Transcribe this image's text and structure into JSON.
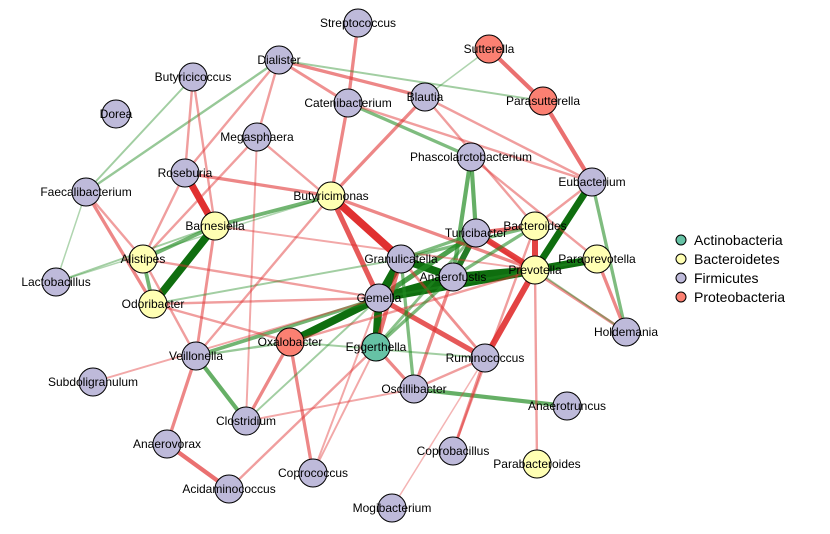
{
  "colors": {
    "Actinobacteria": "#66c2a5",
    "Bacteroidetes": "#ffffb3",
    "Firmicutes": "#bebada",
    "Proteobacteria": "#fb8072",
    "positive_edge": "#228b22",
    "negative_edge": "#e03030"
  },
  "legend": [
    {
      "label": "Actinobacteria",
      "color": "#66c2a5"
    },
    {
      "label": "Bacteroidetes",
      "color": "#ffffb3"
    },
    {
      "label": "Firmicutes",
      "color": "#bebada"
    },
    {
      "label": "Proteobacteria",
      "color": "#fb8072"
    }
  ],
  "nodes": [
    {
      "id": "Streptococcus",
      "label": "Streptococcus",
      "phylum": "Firmicutes"
    },
    {
      "id": "Sutterella",
      "label": "Sutterella",
      "phylum": "Proteobacteria"
    },
    {
      "id": "Dialister",
      "label": "Dialister",
      "phylum": "Firmicutes"
    },
    {
      "id": "Butyricicoccus",
      "label": "Butyricicoccus",
      "phylum": "Firmicutes"
    },
    {
      "id": "Blautia",
      "label": "Blautia",
      "phylum": "Firmicutes"
    },
    {
      "id": "Catenibacterium",
      "label": "Catenibacterium",
      "phylum": "Firmicutes"
    },
    {
      "id": "Parasutterella",
      "label": "Parasutterella",
      "phylum": "Proteobacteria"
    },
    {
      "id": "Dorea",
      "label": "Dorea",
      "phylum": "Firmicutes"
    },
    {
      "id": "Megasphaera",
      "label": "Megasphaera",
      "phylum": "Firmicutes"
    },
    {
      "id": "Phascolarctobacterium",
      "label": "Phascolarctobacterium",
      "phylum": "Firmicutes"
    },
    {
      "id": "Roseburia",
      "label": "Roseburia",
      "phylum": "Firmicutes"
    },
    {
      "id": "Faecalibacterium",
      "label": "Faecalibacterium",
      "phylum": "Firmicutes"
    },
    {
      "id": "Butyricimonas",
      "label": "Butyricimonas",
      "phylum": "Bacteroidetes"
    },
    {
      "id": "Eubacterium",
      "label": "Eubacterium",
      "phylum": "Firmicutes"
    },
    {
      "id": "Barnesiella",
      "label": "Barnesiella",
      "phylum": "Bacteroidetes"
    },
    {
      "id": "Bacteroides",
      "label": "Bacteroides",
      "phylum": "Bacteroidetes"
    },
    {
      "id": "Turicibacter",
      "label": "Turicibacter",
      "phylum": "Firmicutes"
    },
    {
      "id": "Alistipes",
      "label": "Alistipes",
      "phylum": "Bacteroidetes"
    },
    {
      "id": "Granulicatella",
      "label": "Granulicatella",
      "phylum": "Firmicutes"
    },
    {
      "id": "Prevotella",
      "label": "Prevotella",
      "phylum": "Bacteroidetes"
    },
    {
      "id": "Paraprevotella",
      "label": "Paraprevotella",
      "phylum": "Bacteroidetes"
    },
    {
      "id": "Anaerofustis",
      "label": "Anaerofustis",
      "phylum": "Firmicutes"
    },
    {
      "id": "Lactobacillus",
      "label": "Lactobacillus",
      "phylum": "Firmicutes"
    },
    {
      "id": "Gemella",
      "label": "Gemella",
      "phylum": "Firmicutes"
    },
    {
      "id": "Odoribacter",
      "label": "Odoribacter",
      "phylum": "Bacteroidetes"
    },
    {
      "id": "Holdemania",
      "label": "Holdemania",
      "phylum": "Firmicutes"
    },
    {
      "id": "Oxalobacter",
      "label": "Oxalobacter",
      "phylum": "Proteobacteria"
    },
    {
      "id": "Eggerthella",
      "label": "Eggerthella",
      "phylum": "Actinobacteria"
    },
    {
      "id": "Veillonella",
      "label": "Veillonella",
      "phylum": "Firmicutes"
    },
    {
      "id": "Ruminococcus",
      "label": "Ruminococcus",
      "phylum": "Firmicutes"
    },
    {
      "id": "Subdoligranulum",
      "label": "Subdoligranulum",
      "phylum": "Firmicutes"
    },
    {
      "id": "Oscillibacter",
      "label": "Oscillibacter",
      "phylum": "Firmicutes"
    },
    {
      "id": "Anaerotruncus",
      "label": "Anaerotruncus",
      "phylum": "Firmicutes"
    },
    {
      "id": "Clostridium",
      "label": "Clostridium",
      "phylum": "Firmicutes"
    },
    {
      "id": "Anaerovorax",
      "label": "Anaerovorax",
      "phylum": "Firmicutes"
    },
    {
      "id": "Coprobacillus",
      "label": "Coprobacillus",
      "phylum": "Firmicutes"
    },
    {
      "id": "Parabacteroides",
      "label": "Parabacteroides",
      "phylum": "Bacteroidetes"
    },
    {
      "id": "Coprococcus",
      "label": "Coprococcus",
      "phylum": "Firmicutes"
    },
    {
      "id": "Acidaminococcus",
      "label": "Acidaminococcus",
      "phylum": "Firmicutes"
    },
    {
      "id": "Mogibacterium",
      "label": "Mogibacterium",
      "phylum": "Firmicutes"
    }
  ],
  "edges": [
    {
      "source": "Gemella",
      "target": "Prevotella",
      "sign": "positive",
      "weight": 0.9
    },
    {
      "source": "Gemella",
      "target": "Granulicatella",
      "sign": "positive",
      "weight": 0.9
    },
    {
      "source": "Gemella",
      "target": "Anaerofustis",
      "sign": "positive",
      "weight": 0.8
    },
    {
      "source": "Granulicatella",
      "target": "Anaerofustis",
      "sign": "positive",
      "weight": 0.8
    },
    {
      "source": "Anaerofustis",
      "target": "Prevotella",
      "sign": "positive",
      "weight": 0.8
    },
    {
      "source": "Prevotella",
      "target": "Paraprevotella",
      "sign": "positive",
      "weight": 0.8
    },
    {
      "source": "Gemella",
      "target": "Oxalobacter",
      "sign": "positive",
      "weight": 0.8
    },
    {
      "source": "Gemella",
      "target": "Eggerthella",
      "sign": "positive",
      "weight": 0.8
    },
    {
      "source": "Barnesiella",
      "target": "Odoribacter",
      "sign": "positive",
      "weight": 0.8
    },
    {
      "source": "Eubacterium",
      "target": "Prevotella",
      "sign": "positive",
      "weight": 0.7
    },
    {
      "source": "Turicibacter",
      "target": "Anaerofustis",
      "sign": "positive",
      "weight": 0.6
    },
    {
      "source": "Gemella",
      "target": "Turicibacter",
      "sign": "positive",
      "weight": 0.5
    },
    {
      "source": "Butyricimonas",
      "target": "Granulicatella",
      "sign": "negative",
      "weight": 0.8
    },
    {
      "source": "Roseburia",
      "target": "Barnesiella",
      "sign": "negative",
      "weight": 0.7
    },
    {
      "source": "Bacteroides",
      "target": "Prevotella",
      "sign": "negative",
      "weight": 0.6
    },
    {
      "source": "Prevotella",
      "target": "Ruminococcus",
      "sign": "negative",
      "weight": 0.6
    },
    {
      "source": "Turicibacter",
      "target": "Prevotella",
      "sign": "negative",
      "weight": 0.6
    },
    {
      "source": "Gemella",
      "target": "Ruminococcus",
      "sign": "negative",
      "weight": 0.5
    },
    {
      "source": "Butyricimonas",
      "target": "Gemella",
      "sign": "negative",
      "weight": 0.5
    },
    {
      "source": "Sutterella",
      "target": "Parasutterella",
      "sign": "negative",
      "weight": 0.4
    },
    {
      "source": "Parasutterella",
      "target": "Eubacterium",
      "sign": "negative",
      "weight": 0.4
    },
    {
      "source": "Anaerovorax",
      "target": "Acidaminococcus",
      "sign": "negative",
      "weight": 0.4
    },
    {
      "source": "Bacteroides",
      "target": "Turicibacter",
      "sign": "negative",
      "weight": 0.4
    },
    {
      "source": "Eggerthella",
      "target": "Granulicatella",
      "sign": "negative",
      "weight": 0.4
    },
    {
      "source": "Veillonella",
      "target": "Clostridium",
      "sign": "positive",
      "weight": 0.4
    },
    {
      "source": "Oscillibacter",
      "target": "Anaerotruncus",
      "sign": "positive",
      "weight": 0.4
    },
    {
      "source": "Phascolarctobacterium",
      "target": "Turicibacter",
      "sign": "positive",
      "weight": 0.4
    },
    {
      "source": "Phascolarctobacterium",
      "target": "Anaerofustis",
      "sign": "positive",
      "weight": 0.4
    },
    {
      "source": "Barnesiella",
      "target": "Butyricimonas",
      "sign": "positive",
      "weight": 0.35
    },
    {
      "source": "Alistipes",
      "target": "Barnesiella",
      "sign": "positive",
      "weight": 0.35
    },
    {
      "source": "Alistipes",
      "target": "Odoribacter",
      "sign": "positive",
      "weight": 0.35
    },
    {
      "source": "Veillonella",
      "target": "Gemella",
      "sign": "positive",
      "weight": 0.35
    },
    {
      "source": "Catenibacterium",
      "target": "Phascolarctobacterium",
      "sign": "positive",
      "weight": 0.3
    },
    {
      "source": "Eubacterium",
      "target": "Holdemania",
      "sign": "positive",
      "weight": 0.3
    },
    {
      "source": "Granulicatella",
      "target": "Bacteroides",
      "sign": "positive",
      "weight": 0.3
    },
    {
      "source": "Oscillibacter",
      "target": "Granulicatella",
      "sign": "positive",
      "weight": 0.3
    },
    {
      "source": "Faecalibacterium",
      "target": "Dialister",
      "sign": "positive",
      "weight": 0.2
    },
    {
      "source": "Blautia",
      "target": "Butyricimonas",
      "sign": "negative",
      "weight": 0.3
    },
    {
      "source": "Dialister",
      "target": "Blautia",
      "sign": "negative",
      "weight": 0.3
    },
    {
      "source": "Streptococcus",
      "target": "Catenibacterium",
      "sign": "negative",
      "weight": 0.3
    },
    {
      "source": "Catenibacterium",
      "target": "Butyricimonas",
      "sign": "negative",
      "weight": 0.3
    },
    {
      "source": "Roseburia",
      "target": "Butyricimonas",
      "sign": "negative",
      "weight": 0.3
    },
    {
      "source": "Butyricimonas",
      "target": "Prevotella",
      "sign": "negative",
      "weight": 0.3
    },
    {
      "source": "Oxalobacter",
      "target": "Coprococcus",
      "sign": "negative",
      "weight": 0.3
    },
    {
      "source": "Ruminococcus",
      "target": "Coprobacillus",
      "sign": "negative",
      "weight": 0.25
    },
    {
      "source": "Faecalibacterium",
      "target": "Odoribacter",
      "sign": "negative",
      "weight": 0.3
    },
    {
      "source": "Veillonella",
      "target": "Anaerovorax",
      "sign": "negative",
      "weight": 0.3
    },
    {
      "source": "Oxalobacter",
      "target": "Clostridium",
      "sign": "negative",
      "weight": 0.3
    },
    {
      "source": "Eggerthella",
      "target": "Oscillibacter",
      "sign": "negative",
      "weight": 0.3
    },
    {
      "source": "Anaerofustis",
      "target": "Oscillibacter",
      "sign": "negative",
      "weight": 0.3
    },
    {
      "source": "Paraprevotella",
      "target": "Holdemania",
      "sign": "negative",
      "weight": 0.3
    },
    {
      "source": "Turicibacter",
      "target": "Holdemania",
      "sign": "negative",
      "weight": 0.25
    },
    {
      "source": "Barnesiella",
      "target": "Veillonella",
      "sign": "negative",
      "weight": 0.25
    },
    {
      "source": "Butyricicoccus",
      "target": "Faecalibacterium",
      "sign": "positive",
      "weight": 0.15
    },
    {
      "source": "Butyricicoccus",
      "target": "Barnesiella",
      "sign": "negative",
      "weight": 0.2
    },
    {
      "source": "Megasphaera",
      "target": "Alistipes",
      "sign": "negative",
      "weight": 0.2
    },
    {
      "source": "Megasphaera",
      "target": "Granulicatella",
      "sign": "negative",
      "weight": 0.2
    },
    {
      "source": "Megasphaera",
      "target": "Clostridium",
      "sign": "negative",
      "weight": 0.15
    },
    {
      "source": "Dialister",
      "target": "Megasphaera",
      "sign": "negative",
      "weight": 0.2
    },
    {
      "source": "Dialister",
      "target": "Roseburia",
      "sign": "negative",
      "weight": 0.2
    },
    {
      "source": "Dialister",
      "target": "Catenibacterium",
      "sign": "negative",
      "weight": 0.25
    },
    {
      "source": "Dialister",
      "target": "Parasutterella",
      "sign": "positive",
      "weight": 0.15
    },
    {
      "source": "Catenibacterium",
      "target": "Eubacterium",
      "sign": "negative",
      "weight": 0.2
    },
    {
      "source": "Blautia",
      "target": "Bacteroides",
      "sign": "negative",
      "weight": 0.2
    },
    {
      "source": "Blautia",
      "target": "Eubacterium",
      "sign": "negative",
      "weight": 0.2
    },
    {
      "source": "Blautia",
      "target": "Sutterella",
      "sign": "positive",
      "weight": 0.1
    },
    {
      "source": "Alistipes",
      "target": "Gemella",
      "sign": "negative",
      "weight": 0.2
    },
    {
      "source": "Alistipes",
      "target": "Veillonella",
      "sign": "negative",
      "weight": 0.2
    },
    {
      "source": "Faecalibacterium",
      "target": "Alistipes",
      "sign": "negative",
      "weight": 0.2
    },
    {
      "source": "Lactobacillus",
      "target": "Barnesiella",
      "sign": "positive",
      "weight": 0.15
    },
    {
      "source": "Lactobacillus",
      "target": "Butyricimonas",
      "sign": "positive",
      "weight": 0.1
    },
    {
      "source": "Odoribacter",
      "target": "Gemella",
      "sign": "negative",
      "weight": 0.2
    },
    {
      "source": "Odoribacter",
      "target": "Granulicatella",
      "sign": "positive",
      "weight": 0.15
    },
    {
      "source": "Odoribacter",
      "target": "Oxalobacter",
      "sign": "negative",
      "weight": 0.2
    },
    {
      "source": "Subdoligranulum",
      "target": "Gemella",
      "sign": "negative",
      "weight": 0.15
    },
    {
      "source": "Veillonella",
      "target": "Butyricimonas",
      "sign": "negative",
      "weight": 0.2
    },
    {
      "source": "Veillonella",
      "target": "Oxalobacter",
      "sign": "positive",
      "weight": 0.2
    },
    {
      "source": "Clostridium",
      "target": "Oscillibacter",
      "sign": "negative",
      "weight": 0.15
    },
    {
      "source": "Clostridium",
      "target": "Gemella",
      "sign": "positive",
      "weight": 0.15
    },
    {
      "source": "Coprococcus",
      "target": "Gemella",
      "sign": "negative",
      "weight": 0.15
    },
    {
      "source": "Coprococcus",
      "target": "Eggerthella",
      "sign": "negative",
      "weight": 0.15
    },
    {
      "source": "Acidaminococcus",
      "target": "Eggerthella",
      "sign": "negative",
      "weight": 0.2
    },
    {
      "source": "Mogibacterium",
      "target": "Ruminococcus",
      "sign": "negative",
      "weight": 0.1
    },
    {
      "source": "Coprobacillus",
      "target": "Bacteroides",
      "sign": "negative",
      "weight": 0.2
    },
    {
      "source": "Parabacteroides",
      "target": "Prevotella",
      "sign": "negative",
      "weight": 0.2
    },
    {
      "source": "Ruminococcus",
      "target": "Oscillibacter",
      "sign": "negative",
      "weight": 0.2
    },
    {
      "source": "Ruminococcus",
      "target": "Granulicatella",
      "sign": "negative",
      "weight": 0.25
    },
    {
      "source": "Oxalobacter",
      "target": "Ruminococcus",
      "sign": "positive",
      "weight": 0.15
    },
    {
      "source": "Oxalobacter",
      "target": "Prevotella",
      "sign": "negative",
      "weight": 0.2
    },
    {
      "source": "Holdemania",
      "target": "Prevotella",
      "sign": "positive",
      "weight": 0.15
    },
    {
      "source": "Phascolarctobacterium",
      "target": "Paraprevotella",
      "sign": "negative",
      "weight": 0.2
    },
    {
      "source": "Eubacterium",
      "target": "Bacteroides",
      "sign": "negative",
      "weight": 0.2
    },
    {
      "source": "Roseburia",
      "target": "Alistipes",
      "sign": "negative",
      "weight": 0.2
    },
    {
      "source": "Butyricicoccus",
      "target": "Roseburia",
      "sign": "negative",
      "weight": 0.2
    },
    {
      "source": "Barnesiella",
      "target": "Prevotella",
      "sign": "negative",
      "weight": 0.15
    },
    {
      "source": "Gemella",
      "target": "Paraprevotella",
      "sign": "positive",
      "weight": 0.2
    },
    {
      "source": "Granulicatella",
      "target": "Turicibacter",
      "sign": "positive",
      "weight": 0.3
    },
    {
      "source": "Eggerthella",
      "target": "Anaerofustis",
      "sign": "positive",
      "weight": 0.3
    },
    {
      "source": "Eggerthella",
      "target": "Turicibacter",
      "sign": "positive",
      "weight": 0.25
    },
    {
      "source": "Anaerofustis",
      "target": "Bacteroides",
      "sign": "positive",
      "weight": 0.3
    },
    {
      "source": "Faecalibacterium",
      "target": "Lactobacillus",
      "sign": "positive",
      "weight": 0.1
    }
  ]
}
